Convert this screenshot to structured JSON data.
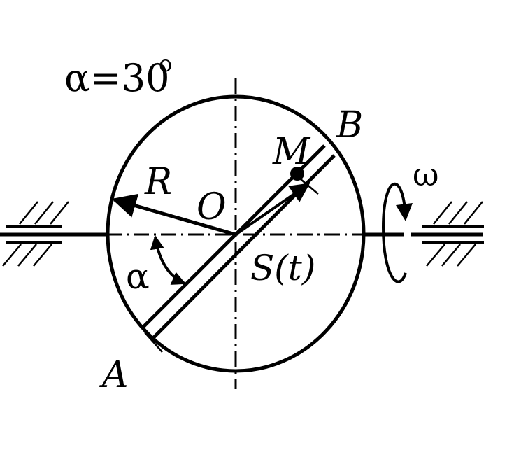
{
  "labels": {
    "angle_value_symbol": "α=30",
    "angle_value_degree": "o",
    "point_B": "B",
    "point_M": "M",
    "radius_R": "R",
    "center_O": "O",
    "angle_alpha": "α",
    "path_s": "S(t)",
    "omega": "ω",
    "point_A": "A"
  }
}
